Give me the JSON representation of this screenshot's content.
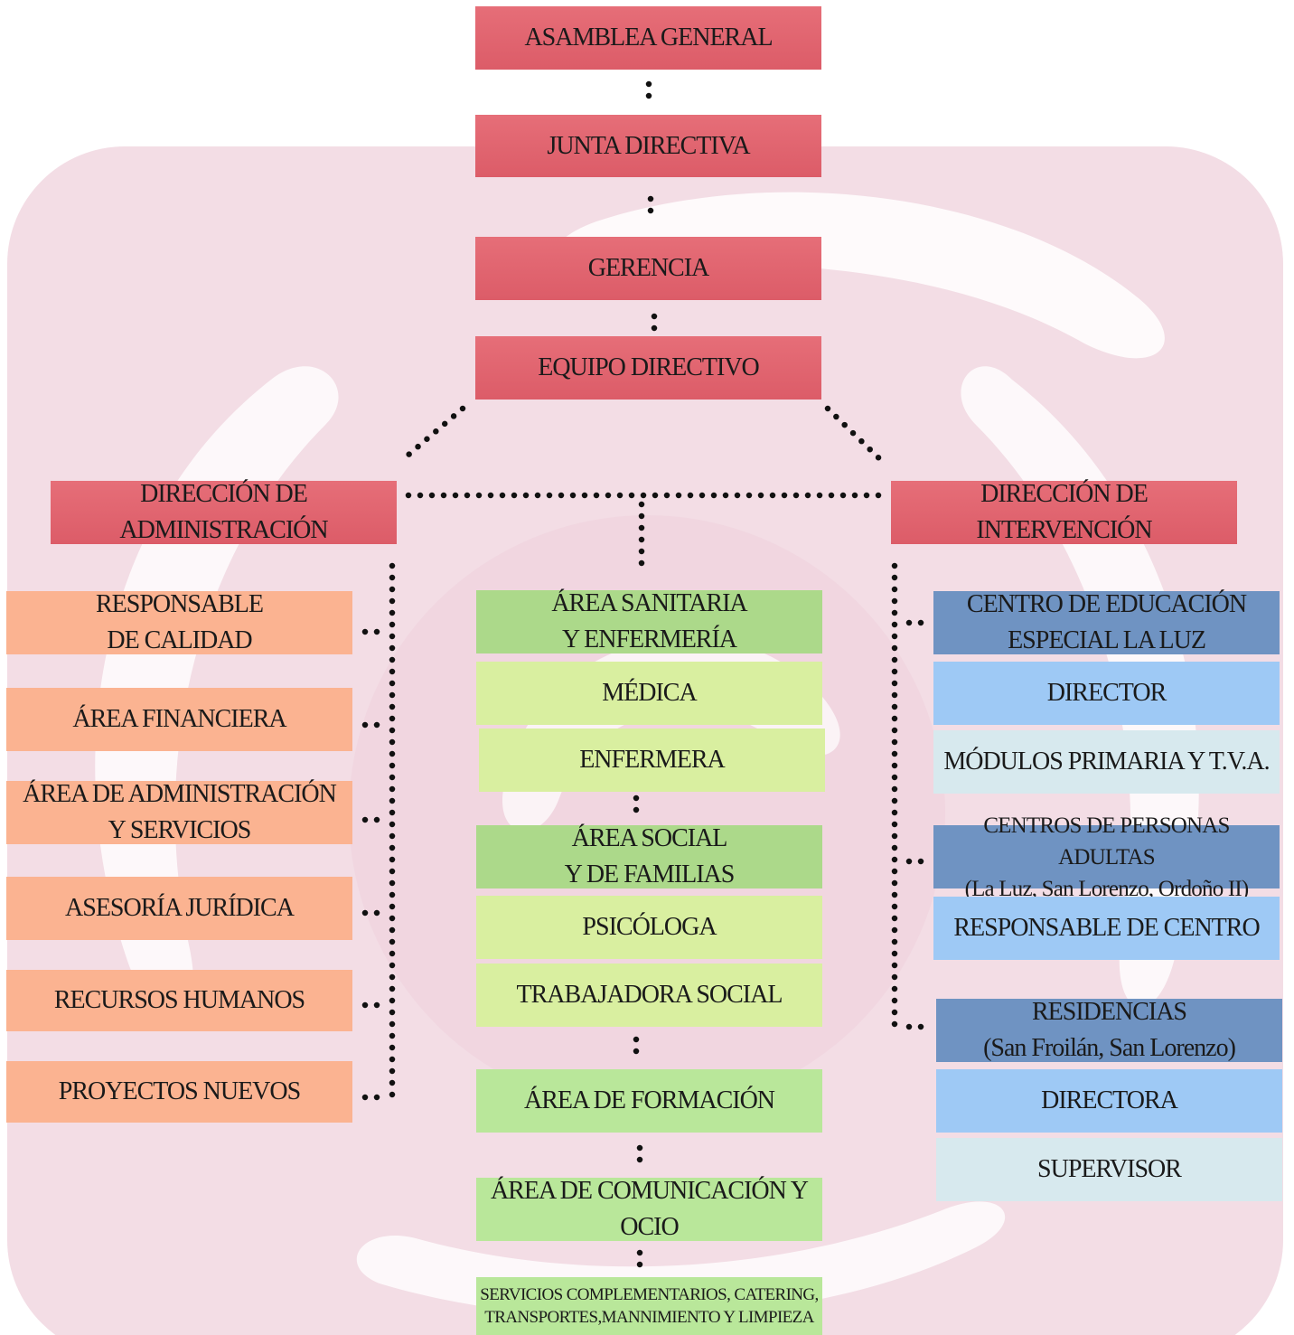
{
  "top": {
    "asamblea": "ASAMBLEA GENERAL",
    "junta": "JUNTA DIRECTIVA",
    "gerencia": "GERENCIA",
    "equipo": "EQUIPO DIRECTIVO"
  },
  "direcciones": {
    "administracion": [
      "DIRECCIÓN DE",
      "ADMINISTRACIÓN"
    ],
    "intervencion": [
      "DIRECCIÓN DE",
      "INTERVENCIÓN"
    ]
  },
  "administracion": {
    "calidad": [
      "RESPONSABLE",
      "DE CALIDAD"
    ],
    "financiera": "ÁREA FINANCIERA",
    "servicios": [
      "ÁREA DE ADMINISTRACIÓN",
      "Y SERVICIOS"
    ],
    "juridica": "ASESORÍA JURÍDICA",
    "rrhh": "RECURSOS HUMANOS",
    "proyectos": "PROYECTOS NUEVOS"
  },
  "areas": {
    "sanitaria": [
      "ÁREA SANITARIA",
      "Y ENFERMERÍA"
    ],
    "medica": "MÉDICA",
    "enfermera": "ENFERMERA",
    "social": [
      "ÁREA SOCIAL",
      "Y DE FAMILIAS"
    ],
    "psicologa": "PSICÓLOGA",
    "trabajadora": "TRABAJADORA SOCIAL",
    "formacion": "ÁREA DE FORMACIÓN",
    "comunicacion": [
      "ÁREA DE COMUNICACIÓN Y",
      "OCIO"
    ],
    "servicios": [
      "SERVICIOS COMPLEMENTARIOS, CATERING,",
      "TRANSPORTES,MANNIMIENTO Y LIMPIEZA"
    ]
  },
  "intervencion": {
    "centro_educacion": [
      "CENTRO DE EDUCACIÓN",
      "ESPECIAL LA LUZ"
    ],
    "director": "DIRECTOR",
    "modulos": "MÓDULOS PRIMARIA Y T.V.A.",
    "centros_adultas": [
      "CENTROS DE PERSONAS ADULTAS",
      "(La Luz, San Lorenzo, Ordoño II)"
    ],
    "responsable_centro": "RESPONSABLE DE CENTRO",
    "residencias": [
      "RESIDENCIAS",
      "(San Froilán, San Lorenzo)"
    ],
    "directora": "DIRECTORA",
    "supervisor": "SUPERVISOR"
  },
  "colors": {
    "governance": "#e0636e",
    "administration": "#fbb391",
    "area_header": "#acd98a",
    "area_item": "#d9efa0",
    "center_header": "#6f93c2",
    "center_role": "#9ec9f5",
    "center_subrole": "#d7e9ee",
    "connector": "#111111",
    "watermark": "#f2dce4"
  }
}
